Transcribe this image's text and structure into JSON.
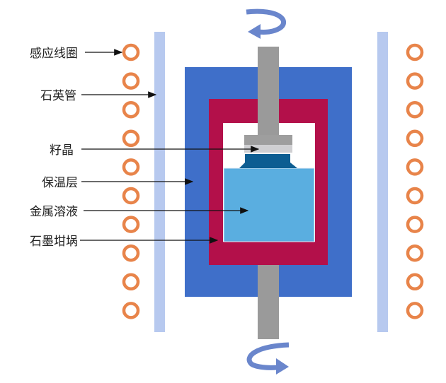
{
  "labels": {
    "induction_coil": "感应线圈",
    "quartz_tube": "石英管",
    "seed_crystal": "籽晶",
    "insulation_layer": "保温层",
    "metal_solution": "金属溶液",
    "graphite_crucible": "石墨坩埚"
  },
  "coil_count_per_side": 10,
  "colors": {
    "coil": "#e8844a",
    "quartz": "#b7c9ef",
    "insulation": "#3f6fc9",
    "crucible": "#b3104a",
    "melt": "#5aaee0",
    "seed": "#0c5d92",
    "shaft": "#9a9a9a",
    "rotation_arrow": "#6a86cc"
  }
}
